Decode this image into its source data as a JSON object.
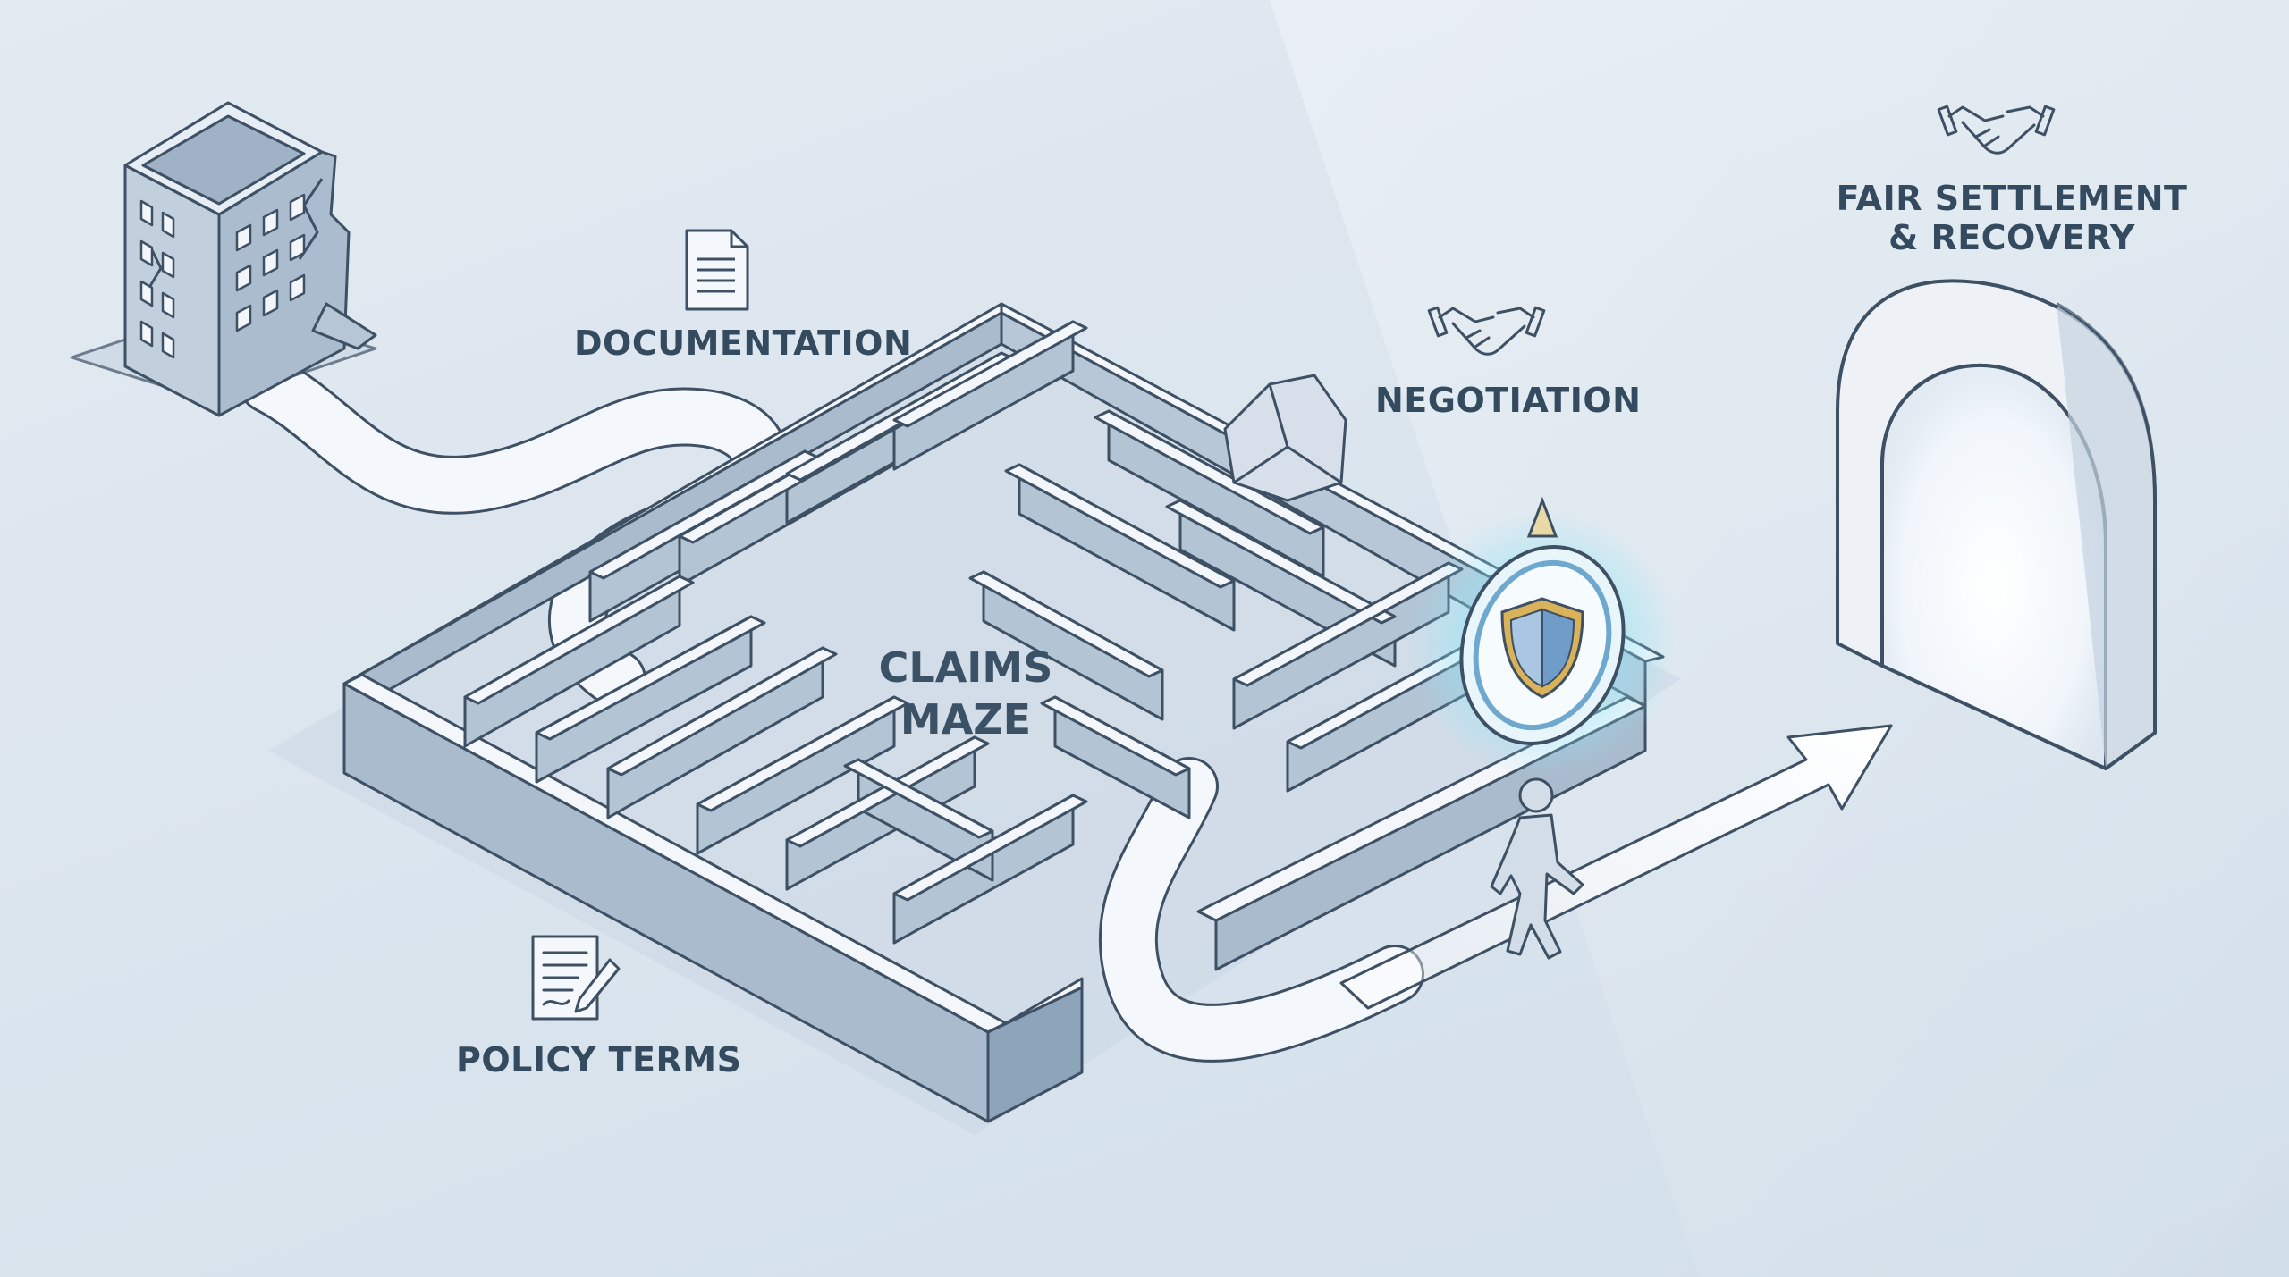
{
  "labels": {
    "documentation": "DOCUMENTATION",
    "negotiation": "NEGOTIATION",
    "policy_terms": "POLICY TERMS",
    "settlement_line1": "FAIR SETTLEMENT",
    "settlement_line2": "& RECOVERY",
    "maze_line1": "CLAIMS",
    "maze_line2": "MAZE"
  },
  "icons": [
    "damaged-building-icon",
    "document-icon",
    "handshake-icon",
    "policy-pen-icon",
    "compass-shield-icon",
    "walking-person-icon",
    "exit-arch-icon",
    "arrow-icon"
  ],
  "colors": {
    "background": "#dfe7ef",
    "stroke": "#3e5064",
    "wall_top": "#f3f6fa",
    "wall_side": "#a9bbcd",
    "path": "#f4f7fb",
    "glow": "#7fe3f5",
    "shield_gold": "#d9b25a",
    "shield_blue": "#6f9cc9"
  }
}
